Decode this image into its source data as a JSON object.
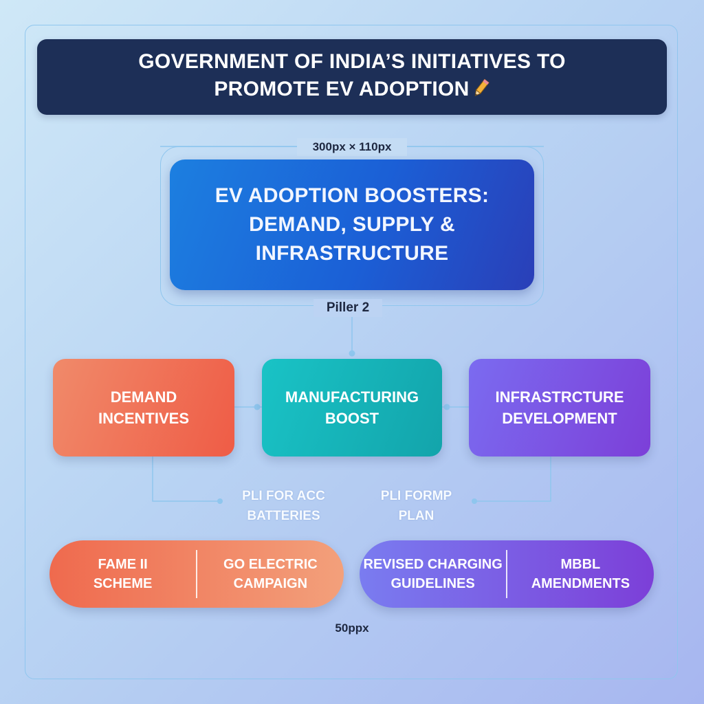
{
  "title": {
    "text": "GOVERNMENT OF INDIA’S INITIATIVES TO\nPROMOTE EV ADOPTION",
    "icon": "pencil-icon"
  },
  "core": {
    "dimension_label": "300px × 110px",
    "text": "EV ADOPTION BOOSTERS:\nDEMAND, SUPPLY &\nINFRASTRUCTURE",
    "pillar_label": "Piller 2"
  },
  "pillars": [
    {
      "text": "DEMAND\nINCENTIVES"
    },
    {
      "text": "MANUFACTURING\nBOOST"
    },
    {
      "text": "INFRASTRCTURE\nDEVELOPMENT"
    }
  ],
  "pli_labels": {
    "acc": "PLI FOR ACC\nBATTERIES",
    "formp": "PLI FORMP\nPLAN"
  },
  "pills": {
    "left": [
      "FAME II\nSCHEME",
      "GO ELECTRIC\nCAMPAIGN"
    ],
    "right": [
      "REVISED CHARGING\nGUIDELINES",
      "MBBL\nAMENDMENTS"
    ]
  },
  "bottom_label": "50ppx",
  "colors": {
    "title_bg": "#1d2f57",
    "core": "#1b5fd6",
    "demand": "#ef5c46",
    "manufacturing": "#13a4ab",
    "infrastructure": "#7c3fd8",
    "connector": "#8fc6ee"
  }
}
